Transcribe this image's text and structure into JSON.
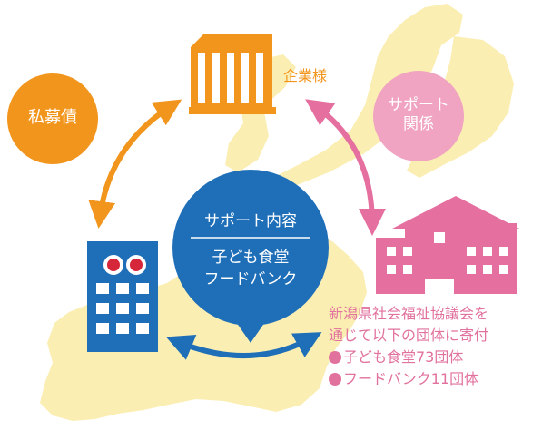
{
  "colors": {
    "map": "#fbeeb2",
    "orange": "#f2951d",
    "pink": "#e56f9f",
    "pink_light": "#f0a4c1",
    "blue": "#1f6fb8"
  },
  "bubbles": {
    "bond": "私募債",
    "support_relation_line1": "サポート",
    "support_relation_line2": "関係"
  },
  "company_label": "企業様",
  "center": {
    "heading": "サポート内容",
    "line1": "子ども食堂",
    "line2": "フードバンク"
  },
  "note": {
    "line1": "新潟県社会福祉協議会を",
    "line2": "通じて以下の団体に寄付",
    "item1": "子ども食堂73団体",
    "item2": "フードバンク11団体"
  },
  "icons": [
    "company-building-icon",
    "bank-building-icon",
    "welfare-building-icon"
  ]
}
